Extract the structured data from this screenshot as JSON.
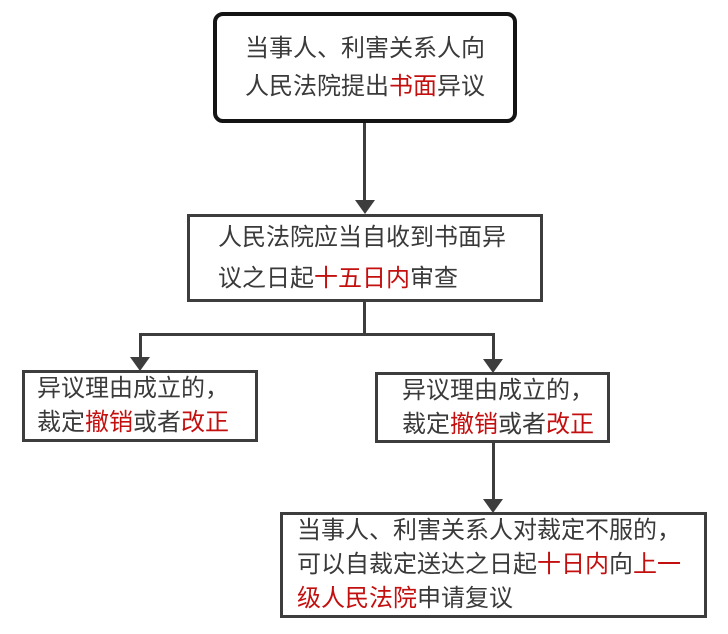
{
  "colors": {
    "ink": "#3a3a3a",
    "red": "#c40f0f",
    "line": "#3d3d3d",
    "black": "#141414",
    "bg": "#ffffff"
  },
  "nodes": {
    "file_objection": {
      "line1": "当事人、利害关系人向",
      "line2_pre": "人民法院提出",
      "line2_red": "书面",
      "line2_post": "异议"
    },
    "court_review": {
      "line1": "人民法院应当自收到书面异",
      "line2_pre": "议之日起",
      "line2_red": "十五日内",
      "line2_post": "审查"
    },
    "ruling_left": {
      "line1": "异议理由成立的，",
      "line2_pre": "裁定",
      "line2_red1": "撤销",
      "line2_mid": "或者",
      "line2_red2": "改正"
    },
    "ruling_right": {
      "line1": "异议理由成立的，",
      "line2_pre": "裁定",
      "line2_red1": "撤销",
      "line2_mid": "或者",
      "line2_red2": "改正"
    },
    "appeal": {
      "line1": "当事人、利害关系人对裁定不服的，",
      "line2_pre": "可以自裁定送达之日起",
      "line2_red1": "十日内",
      "line2_mid": "向",
      "line2_red2": "上一",
      "line3_red": "级人民法院",
      "line3_post": "申请复议"
    }
  }
}
